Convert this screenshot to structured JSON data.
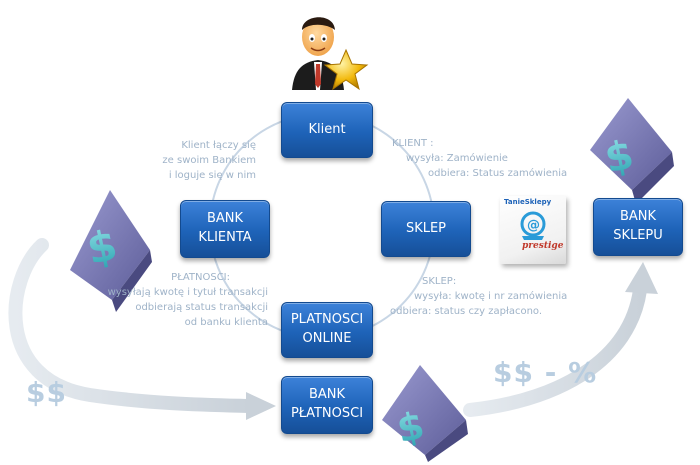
{
  "nodes": {
    "klient": "Klient",
    "bank_klienta_line1": "BANK",
    "bank_klienta_line2": "KLIENTA",
    "sklep": "SKLEP",
    "platnosci_line1": "PLATNOSCI",
    "platnosci_line2": "ONLINE",
    "bank_platnosci_line1": "BANK",
    "bank_platnosci_line2": "PŁATNOSCI",
    "bank_sklepu_line1": "BANK",
    "bank_sklepu_line2": "SKLEPU"
  },
  "notes": {
    "klient_bank": [
      "Klient łączy się",
      "ze swoim Bankiem",
      "i loguje się w nim"
    ],
    "klient_sklep": [
      "KLIENT :",
      "wysyła: Zamówienie",
      "odbiera: Status zamówienia"
    ],
    "platnosci": [
      "PŁATNOSCI:",
      "wysyłają kwotę i tytuł transakcji",
      "odbierają status transakcji",
      "od banku klienta"
    ],
    "sklep": [
      "SKLEP:",
      "wysyła: kwotę i nr zamówienia",
      "odbiera: status czy zapłacono."
    ]
  },
  "money": {
    "left": "$$",
    "right": "$$ - %"
  },
  "shop_logo": {
    "brand": "TanieSklepy",
    "product": "prestige"
  },
  "icons": {
    "person": "businessman-icon",
    "star": "star-icon",
    "bank": "bank-dollar-icon"
  },
  "colors": {
    "node_blue": "#1e63b8",
    "note_text": "#9fb3c8",
    "circle": "#c8d6e5",
    "arrow": "#d7dde3",
    "bank_purple": "#7f7fb5"
  }
}
